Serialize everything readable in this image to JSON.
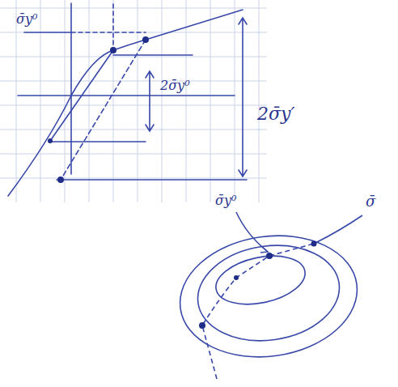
{
  "diagram": {
    "labels": [
      "σ̄y⁰",
      "2σ̄y⁰",
      "2σ̄y′",
      "σ̄y⁰",
      "σ̄"
    ]
  }
}
